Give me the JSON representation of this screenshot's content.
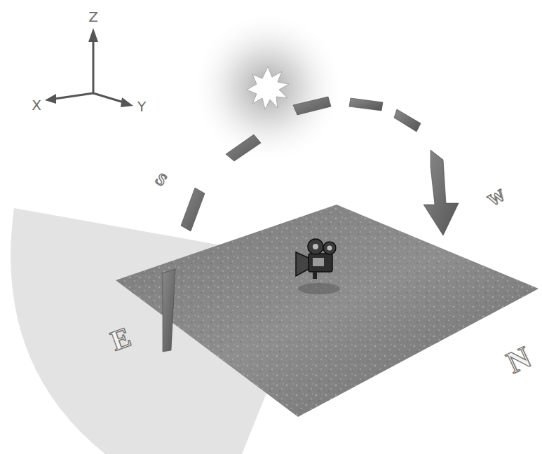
{
  "diagram": {
    "labels": [
      "Z",
      "X",
      "Y",
      "S",
      "W",
      "E",
      "N"
    ]
  }
}
